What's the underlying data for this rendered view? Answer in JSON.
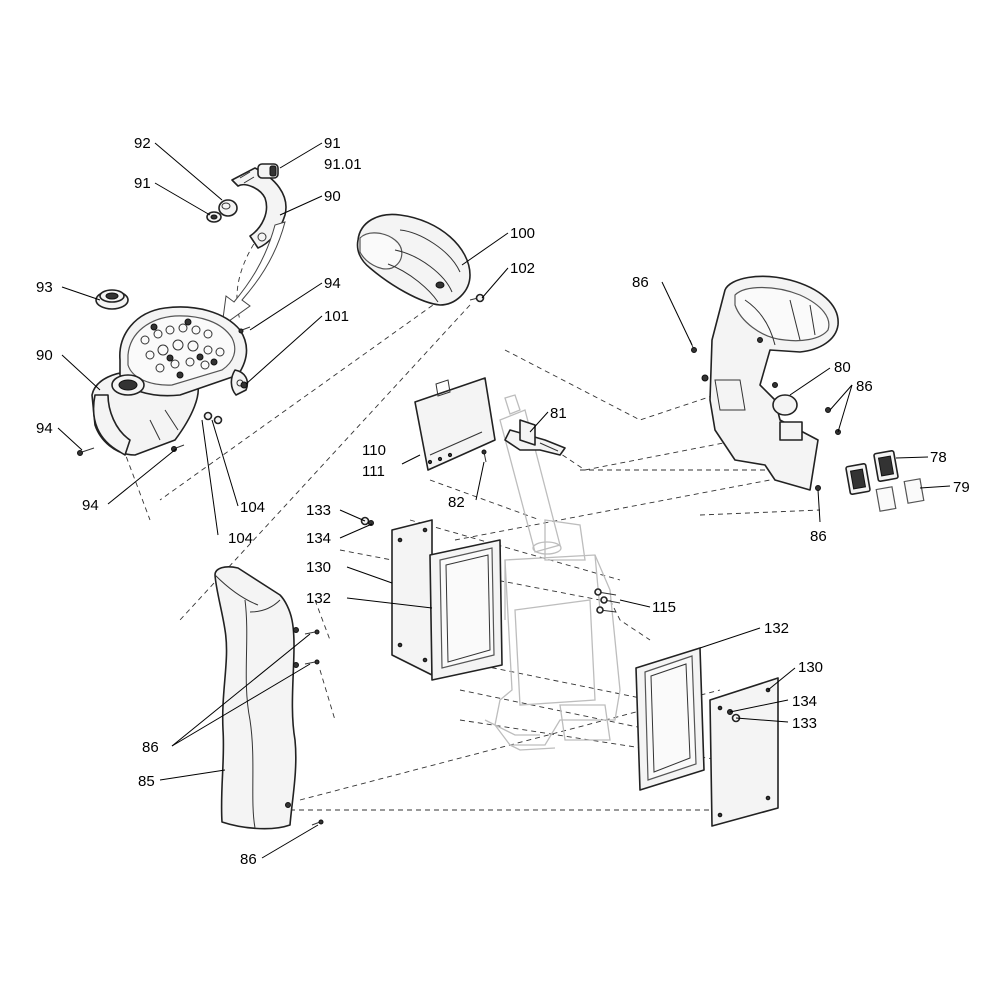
{
  "callouts": [
    {
      "id": "c92",
      "text": "92"
    },
    {
      "id": "c91a",
      "text": "91"
    },
    {
      "id": "c9101",
      "text": "91.01"
    },
    {
      "id": "c91b",
      "text": "91"
    },
    {
      "id": "c90a",
      "text": "90"
    },
    {
      "id": "c100",
      "text": "100"
    },
    {
      "id": "c102",
      "text": "102"
    },
    {
      "id": "c93",
      "text": "93"
    },
    {
      "id": "c94a",
      "text": "94"
    },
    {
      "id": "c101",
      "text": "101"
    },
    {
      "id": "c90b",
      "text": "90"
    },
    {
      "id": "c94b",
      "text": "94"
    },
    {
      "id": "c94c",
      "text": "94"
    },
    {
      "id": "c104a",
      "text": "104"
    },
    {
      "id": "c104b",
      "text": "104"
    },
    {
      "id": "c86a",
      "text": "86"
    },
    {
      "id": "c80",
      "text": "80"
    },
    {
      "id": "c86b",
      "text": "86"
    },
    {
      "id": "c81",
      "text": "81"
    },
    {
      "id": "c110",
      "text": "110"
    },
    {
      "id": "c111",
      "text": "111"
    },
    {
      "id": "c82",
      "text": "82"
    },
    {
      "id": "c78",
      "text": "78"
    },
    {
      "id": "c79",
      "text": "79"
    },
    {
      "id": "c86c",
      "text": "86"
    },
    {
      "id": "c133a",
      "text": "133"
    },
    {
      "id": "c134a",
      "text": "134"
    },
    {
      "id": "c130a",
      "text": "130"
    },
    {
      "id": "c132a",
      "text": "132"
    },
    {
      "id": "c115",
      "text": "115"
    },
    {
      "id": "c132b",
      "text": "132"
    },
    {
      "id": "c130b",
      "text": "130"
    },
    {
      "id": "c134b",
      "text": "134"
    },
    {
      "id": "c133b",
      "text": "133"
    },
    {
      "id": "c86d",
      "text": "86"
    },
    {
      "id": "c85",
      "text": "85"
    },
    {
      "id": "c86e",
      "text": "86"
    }
  ]
}
